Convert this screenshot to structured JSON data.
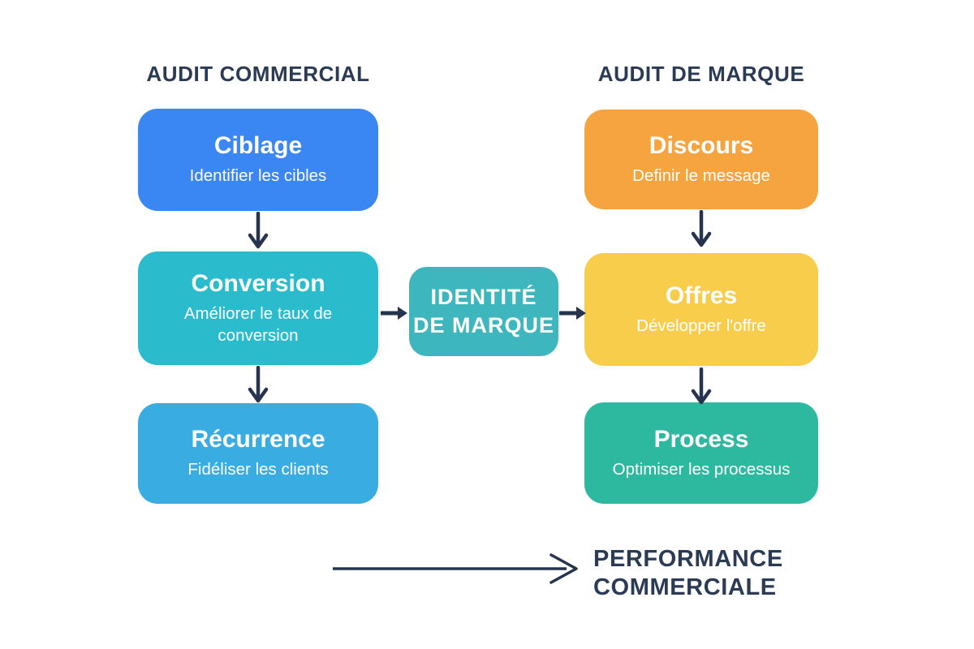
{
  "diagram": {
    "left_column": {
      "header": "AUDIT COMMERCIAL",
      "boxes": [
        {
          "title": "Ciblage",
          "subtitle": "Identifier les cibles",
          "color": "#3a86f3"
        },
        {
          "title": "Conversion",
          "subtitle": "Améliorer le taux de conversion",
          "color": "#2abccd"
        },
        {
          "title": "Récurrence",
          "subtitle": "Fidéliser les clients",
          "color": "#39ace2"
        }
      ]
    },
    "right_column": {
      "header": "AUDIT DE MARQUE",
      "boxes": [
        {
          "title": "Discours",
          "subtitle": "Definir le message",
          "color": "#f6a43f"
        },
        {
          "title": "Offres",
          "subtitle": "Développer l'offre",
          "color": "#f9cd4c"
        },
        {
          "title": "Process",
          "subtitle": "Optimiser les processus",
          "color": "#2db9a0"
        }
      ]
    },
    "center_box": {
      "line1": "IDENTITÉ",
      "line2": "DE MARQUE",
      "color": "#3db6bd"
    },
    "result": {
      "line1": "PERFORMANCE",
      "line2": "COMMERCIALE"
    },
    "colors": {
      "heading": "#2b3a55",
      "arrow": "#273450",
      "box_text": "#ffffff",
      "background": "#ffffff"
    }
  }
}
